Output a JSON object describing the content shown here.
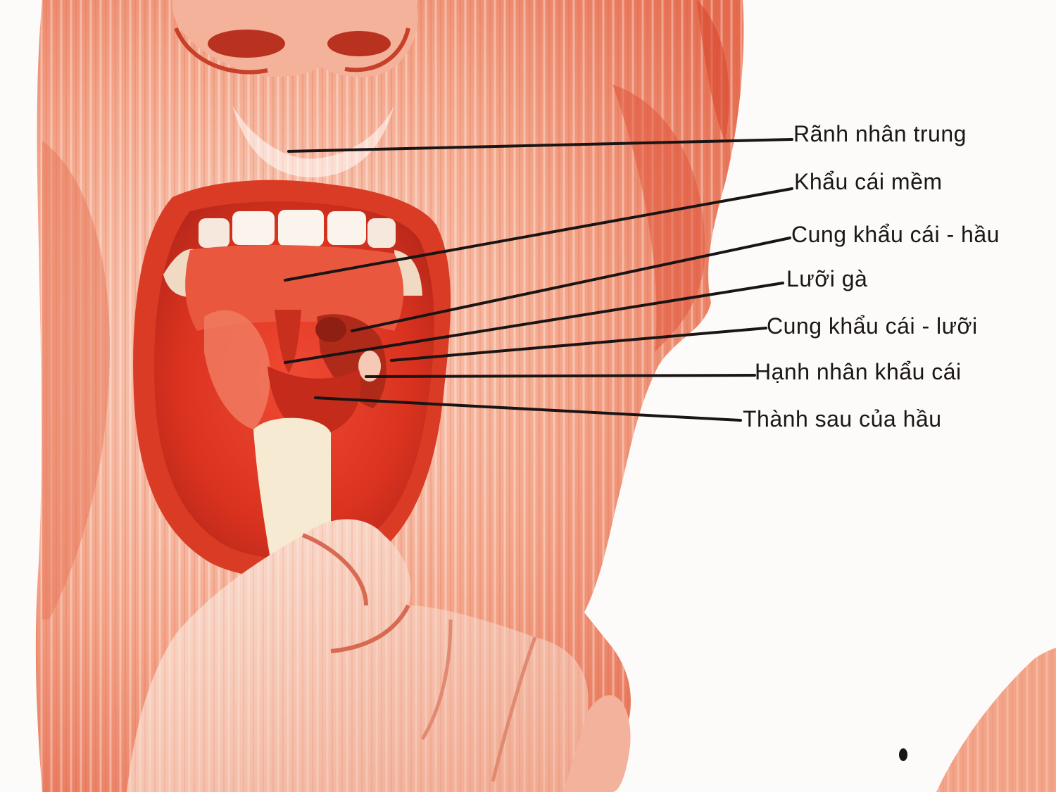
{
  "figure": {
    "illustration_icon": "open-mouth-throat-anatomy-illustration",
    "colors": {
      "skin": "#f2b29a",
      "skin_dark": "#e2674c",
      "mouth_interior": "#e23a2a",
      "teeth": "#fbf4ec",
      "tongue_depressor": "#f6ead2",
      "leader_line": "#1a1414",
      "background": "#fdfbfa"
    },
    "labels": [
      "Rãnh nhân trung",
      "Khẩu cái mềm",
      "Cung khẩu cái - hầu",
      "Lưỡi gà",
      "Cung khẩu cái - lưỡi",
      "Hạnh nhân khẩu cái",
      "Thành sau của hầu"
    ]
  }
}
